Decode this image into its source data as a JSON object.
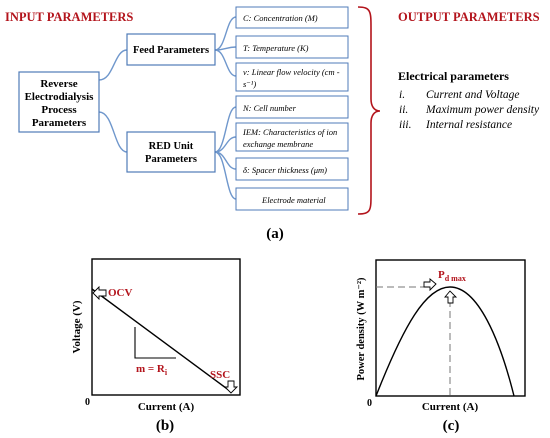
{
  "header": {
    "input_title": "INPUT PARAMETERS",
    "output_title": "OUTPUT PARAMETERS"
  },
  "tree": {
    "root": [
      "Reverse",
      "Electrodialysis",
      "Process",
      "Parameters"
    ],
    "feed_label": "Feed Parameters",
    "red_label": [
      "RED Unit",
      "Parameters"
    ],
    "feed_items": [
      [
        "C: Concentration (M)"
      ],
      [
        "T: Temperature (K)"
      ],
      [
        "v: Linear flow velocity (cm -",
        "s⁻¹)"
      ]
    ],
    "red_items": [
      [
        "N: Cell number"
      ],
      [
        "IEM: Characteristics of ion",
        "exchange membrane"
      ],
      [
        "δ: Spacer thickness (μm)"
      ],
      [
        "Electrode material"
      ]
    ]
  },
  "outputs": {
    "heading": "Electrical parameters",
    "items": [
      {
        "num": "i.",
        "text": "Current and Voltage"
      },
      {
        "num": "ii.",
        "text": "Maximum power density"
      },
      {
        "num": "iii.",
        "text": "Internal resistance"
      }
    ]
  },
  "panel_labels": {
    "a": "(a)",
    "b": "(b)",
    "c": "(c)"
  },
  "charts": {
    "b": {
      "ylabel": "Voltage (V)",
      "xlabel": "Current (A)",
      "origin": "0",
      "ocv": "OCV",
      "ssc": "SSC",
      "slope_label": "m = R",
      "slope_sub": "i"
    },
    "c": {
      "ylabel": "Power density (W m⁻²)",
      "xlabel": "Current (A)",
      "origin": "0",
      "peak": "P",
      "peak_sub": "d max"
    }
  },
  "colors": {
    "accent_red": "#b3141c",
    "node_blue": "#4f7bb8",
    "text": "#111111"
  }
}
